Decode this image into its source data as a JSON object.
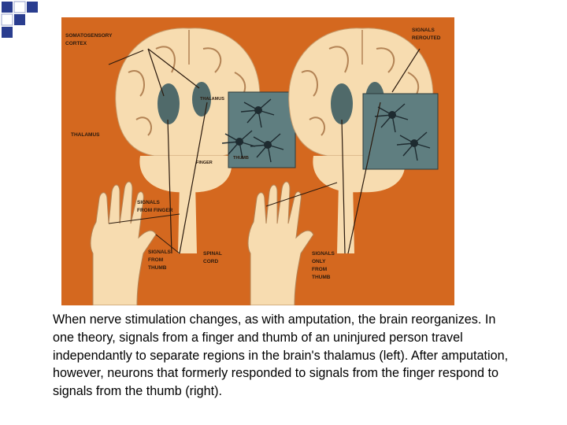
{
  "figure": {
    "labels": {
      "somatosensory_cortex": [
        "SOMATOSENSORY",
        "CORTEX"
      ],
      "thalamus_left": "THALAMUS",
      "thalamus_inset": "THALAMUS",
      "thumb_inset": "THUMB",
      "finger_inset": "FINGER",
      "signals_from_finger": [
        "SIGNALS",
        "FROM FINGER"
      ],
      "signals_from_thumb": [
        "SIGNALS",
        "FROM",
        "THUMB"
      ],
      "spinal_cord": [
        "SPINAL",
        "CORD"
      ],
      "signals_rerouted": [
        "SIGNALS",
        "REROUTED"
      ],
      "signals_only_from_thumb": [
        "SIGNALS",
        "ONLY",
        "FROM",
        "THUMB"
      ]
    }
  },
  "caption": "When nerve stimulation changes, as with amputation, the brain reorganizes. In one theory, signals from a finger and thumb of an uninjured person travel independantly to separate regions in the brain's thalamus (left). After amputation, however, neurons that formerly responded to signals from the finger respond to signals from the thumb (right).",
  "colors": {
    "background": "#d4681f",
    "tissue": "#f7dcb0",
    "thalamus": "#506a6a",
    "inset": "#5f7e80"
  }
}
